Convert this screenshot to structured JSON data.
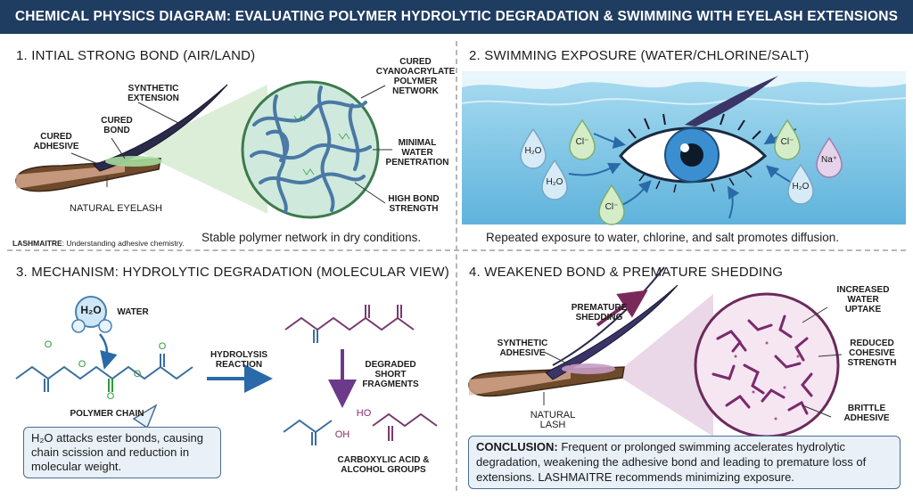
{
  "title": "CHEMICAL PHYSICS DIAGRAM: EVALUATING POLYMER HYDROLYTIC DEGRADATION & SWIMMING WITH EYELASH EXTENSIONS",
  "panel1": {
    "title": "1. INTIAL STRONG BOND (AIR/LAND)",
    "synthetic_extension": "SYNTHETIC EXTENSION",
    "cured_bond": "CURED BOND",
    "cured_adhesive": "CURED ADHESIVE",
    "natural_eyelash": "NATURAL EYELASH",
    "network": "CURED CYANOACRYLATE POLYMER NETWORK",
    "minimal_water": "MINIMAL WATER PENETRATION",
    "high_bond": "HIGH BOND STRENGTH",
    "brand_name": "LASHMAITRE",
    "brand_text": ": Understanding adhesive chemistry.",
    "caption": "Stable polymer network in dry conditions."
  },
  "panel2": {
    "title": "2. SWIMMING EXPOSURE (WATER/CHLORINE/SALT)",
    "drops": [
      "H₂O",
      "Cl⁻",
      "H₂O",
      "Cl⁻",
      "Cl⁻",
      "Na⁺",
      "H₂O"
    ],
    "caption": "Repeated exposure to water, chlorine, and salt promotes diffusion."
  },
  "panel3": {
    "title": "3. MECHANISM: HYDROLYTIC DEGRADATION (MOLECULAR VIEW)",
    "h2o": "H₂O",
    "water": "WATER",
    "o_labels": [
      "O",
      "O",
      "O",
      "O",
      "O"
    ],
    "polymer_chain": "POLYMER CHAIN",
    "reaction": "HYDROLYSIS REACTION",
    "degraded": "DEGRADED SHORT FRAGMENTS",
    "ho": "HO",
    "oh": "OH",
    "acid": "CARBOXYLIC ACID & ALCOHOL GROUPS",
    "note": "H₂O attacks ester bonds, causing chain scission and reduction in molecular weight."
  },
  "panel4": {
    "title": "4. WEAKENED BOND & PREMATURE SHEDDING",
    "premature": "PREMATURE SHEDDING",
    "synthetic_adhesive": "SYNTHETIC ADHESIVE",
    "natural_lash": "NATURAL LASH",
    "increased": "INCREASED WATER UPTAKE",
    "reduced": "REDUCED COHESIVE STRENGTH",
    "brittle": "BRITTLE ADHESIVE",
    "conclusion_label": "CONCLUSION:",
    "conclusion_text": " Frequent or prolonged swimming accelerates hydrolytic degradation, weakening the adhesive bond and leading to premature loss of extensions. LASHMAITRE recommends minimizing exposure."
  },
  "colors": {
    "header": "#1f3c61",
    "water": "#7cc3e3",
    "polymer_blue": "#5d8db5",
    "polymer_purple": "#8a2c6e",
    "oxygen_green": "#2f9a3a"
  }
}
